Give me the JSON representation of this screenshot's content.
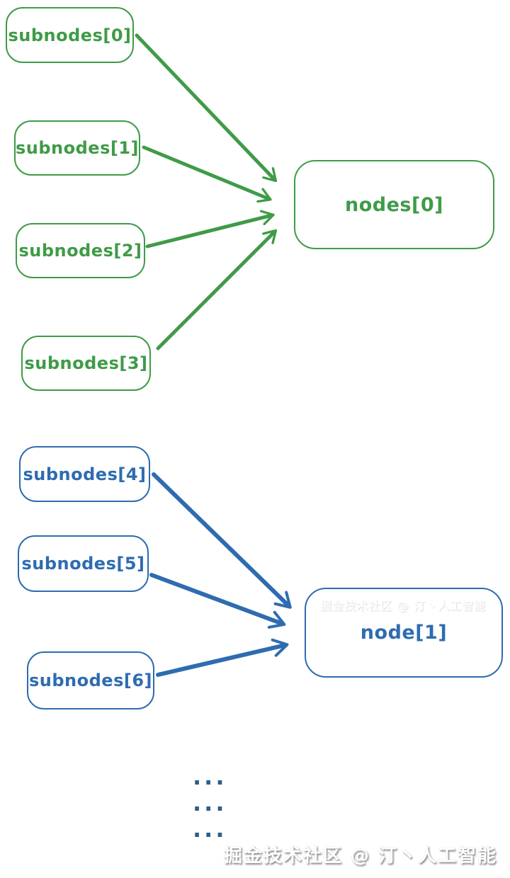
{
  "colors": {
    "green": "#3f9b47",
    "blue": "#2e6cb0",
    "dots": "#2d5f87",
    "watermark_text": "#ffffff",
    "background": "#ffffff"
  },
  "boxes": [
    {
      "id": "subnodes-0",
      "label": "subnodes[0]",
      "color": "green"
    },
    {
      "id": "subnodes-1",
      "label": "subnodes[1]",
      "color": "green"
    },
    {
      "id": "subnodes-2",
      "label": "subnodes[2]",
      "color": "green"
    },
    {
      "id": "subnodes-3",
      "label": "subnodes[3]",
      "color": "green"
    },
    {
      "id": "nodes-0",
      "label": "nodes[0]",
      "color": "green"
    },
    {
      "id": "subnodes-4",
      "label": "subnodes[4]",
      "color": "blue"
    },
    {
      "id": "subnodes-5",
      "label": "subnodes[5]",
      "color": "blue"
    },
    {
      "id": "subnodes-6",
      "label": "subnodes[6]",
      "color": "blue"
    },
    {
      "id": "node-1",
      "label": "node[1]",
      "color": "blue"
    }
  ],
  "edges": [
    {
      "from": "subnodes[0]",
      "to": "nodes[0]",
      "color": "green"
    },
    {
      "from": "subnodes[1]",
      "to": "nodes[0]",
      "color": "green"
    },
    {
      "from": "subnodes[2]",
      "to": "nodes[0]",
      "color": "green"
    },
    {
      "from": "subnodes[3]",
      "to": "nodes[0]",
      "color": "green"
    },
    {
      "from": "subnodes[4]",
      "to": "node[1]",
      "color": "blue"
    },
    {
      "from": "subnodes[5]",
      "to": "node[1]",
      "color": "blue"
    },
    {
      "from": "subnodes[6]",
      "to": "node[1]",
      "color": "blue"
    }
  ],
  "dots": {
    "rows": [
      "...",
      "...",
      "..."
    ]
  },
  "watermark": {
    "text": "掘金技术社区 @ 汀丶人工智能"
  },
  "ghost_watermark": {
    "text": "掘金技术社区 @ 汀丶人工智能"
  }
}
